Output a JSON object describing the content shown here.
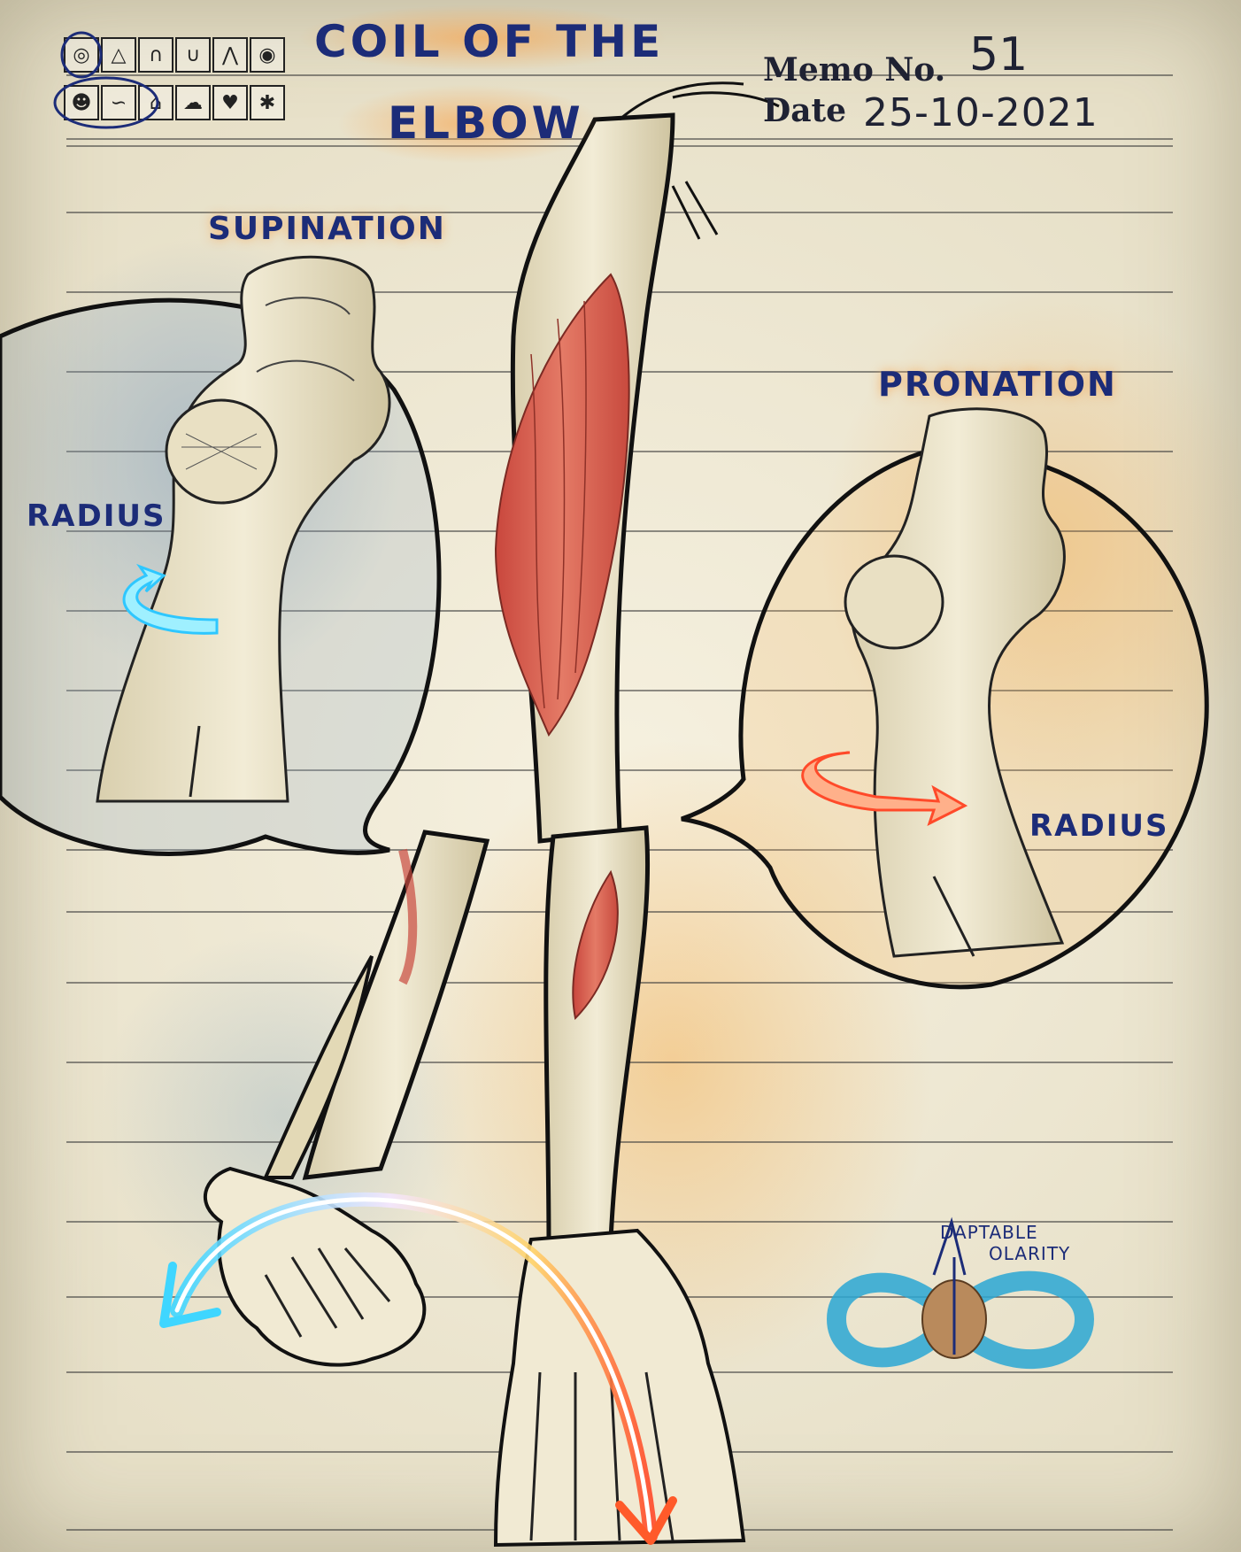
{
  "header": {
    "title_line1": "COIL OF THE",
    "title_line2": "ELBOW",
    "memo_label": "Memo No.",
    "memo_value": "51",
    "date_label": "Date",
    "date_value": "25-10-2021"
  },
  "icon_grid": {
    "row1": [
      "bone-cross-section-icon",
      "triangle-icon",
      "arch-icon",
      "u-shape-icon",
      "joint-icon",
      "eye-icon"
    ],
    "row2": [
      "skull-icon",
      "arm-muscle-icon",
      "knee-icon",
      "brain-icon",
      "heart-icon",
      "neuron-icon"
    ],
    "selected_row1": "bone-cross-section-icon",
    "selected_row2": [
      "skull-icon",
      "arm-muscle-icon"
    ]
  },
  "labels": {
    "supination": "SUPINATION",
    "pronation": "PRONATION",
    "radius_left": "RADIUS",
    "radius_right": "RADIUS"
  },
  "brand": {
    "line1": "DAPTABLE",
    "line2": "OLARITY"
  },
  "colors": {
    "ink_blue": "#1c2c78",
    "supination_arrow": "#5fd8ff",
    "pronation_arrow": "#ff6a3d",
    "muscle_red": "#d8584a",
    "bone": "#ece4c7"
  }
}
